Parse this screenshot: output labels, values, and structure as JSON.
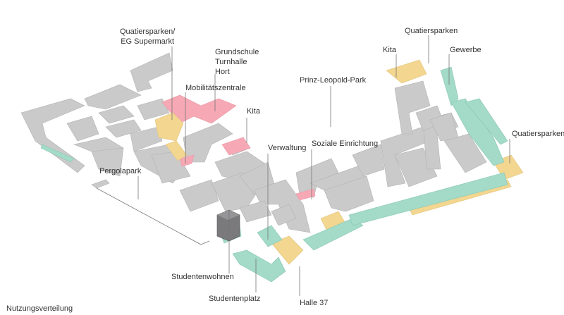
{
  "title": "Nutzungsverteilung",
  "colors": {
    "wohnen": "#cbcacb",
    "sozial": "#f6a9b5",
    "gewerbe_laden": "#f3d68f",
    "gewerbe": "#a3dac8",
    "studentenwohnen": "#7a797b"
  },
  "labels": {
    "quartiersparken_eg": [
      "Quatiersparken/",
      "EG Supermarkt"
    ],
    "grundschule": [
      "Grundschule",
      "Turnhalle",
      "Hort"
    ],
    "mobilitaet": "Mobilitätszentrale",
    "kita_left": "Kita",
    "prinz_leopold": "Prinz-Leopold-Park",
    "quartiersparken_top": "Quatiersparken",
    "kita_right": "Kita",
    "gewerbe": "Gewerbe",
    "quartiersparken_right": "Quatiersparken",
    "soziale": "Soziale Einrichtung",
    "verwaltung": "Verwaltung",
    "pergolapark": "Pergolapark",
    "studentenwohnen": "Studentenwohnen",
    "studentenplatz": "Studentenplatz",
    "halle37": "Halle 37"
  }
}
